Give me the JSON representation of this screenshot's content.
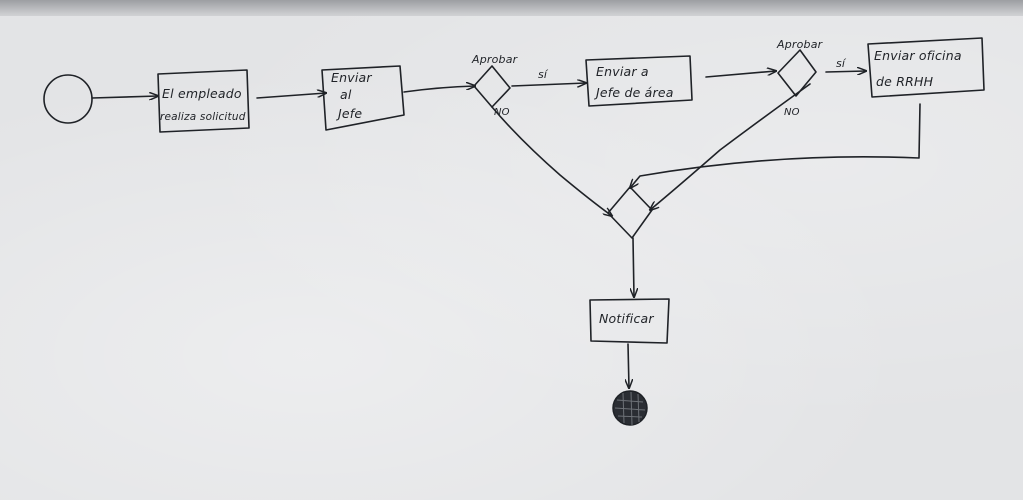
{
  "nodes": {
    "empleado": {
      "line1": "El empleado",
      "line2": "realiza solicitud"
    },
    "jefe": {
      "line1": "Enviar",
      "line2": "al",
      "line3": "Jefe"
    },
    "area": {
      "line1": "Enviar a",
      "line2": "Jefe de área"
    },
    "rrhh": {
      "line1": "Enviar oficina",
      "line2": "de RRHH"
    },
    "notificar": {
      "line1": "Notificar"
    }
  },
  "decisions": {
    "d1": {
      "label": "Aprobar"
    },
    "d2": {
      "label": "Aprobar"
    }
  },
  "edge_labels": {
    "si1": "sí",
    "no1": "NO",
    "si2": "sí",
    "no2": "NO"
  }
}
